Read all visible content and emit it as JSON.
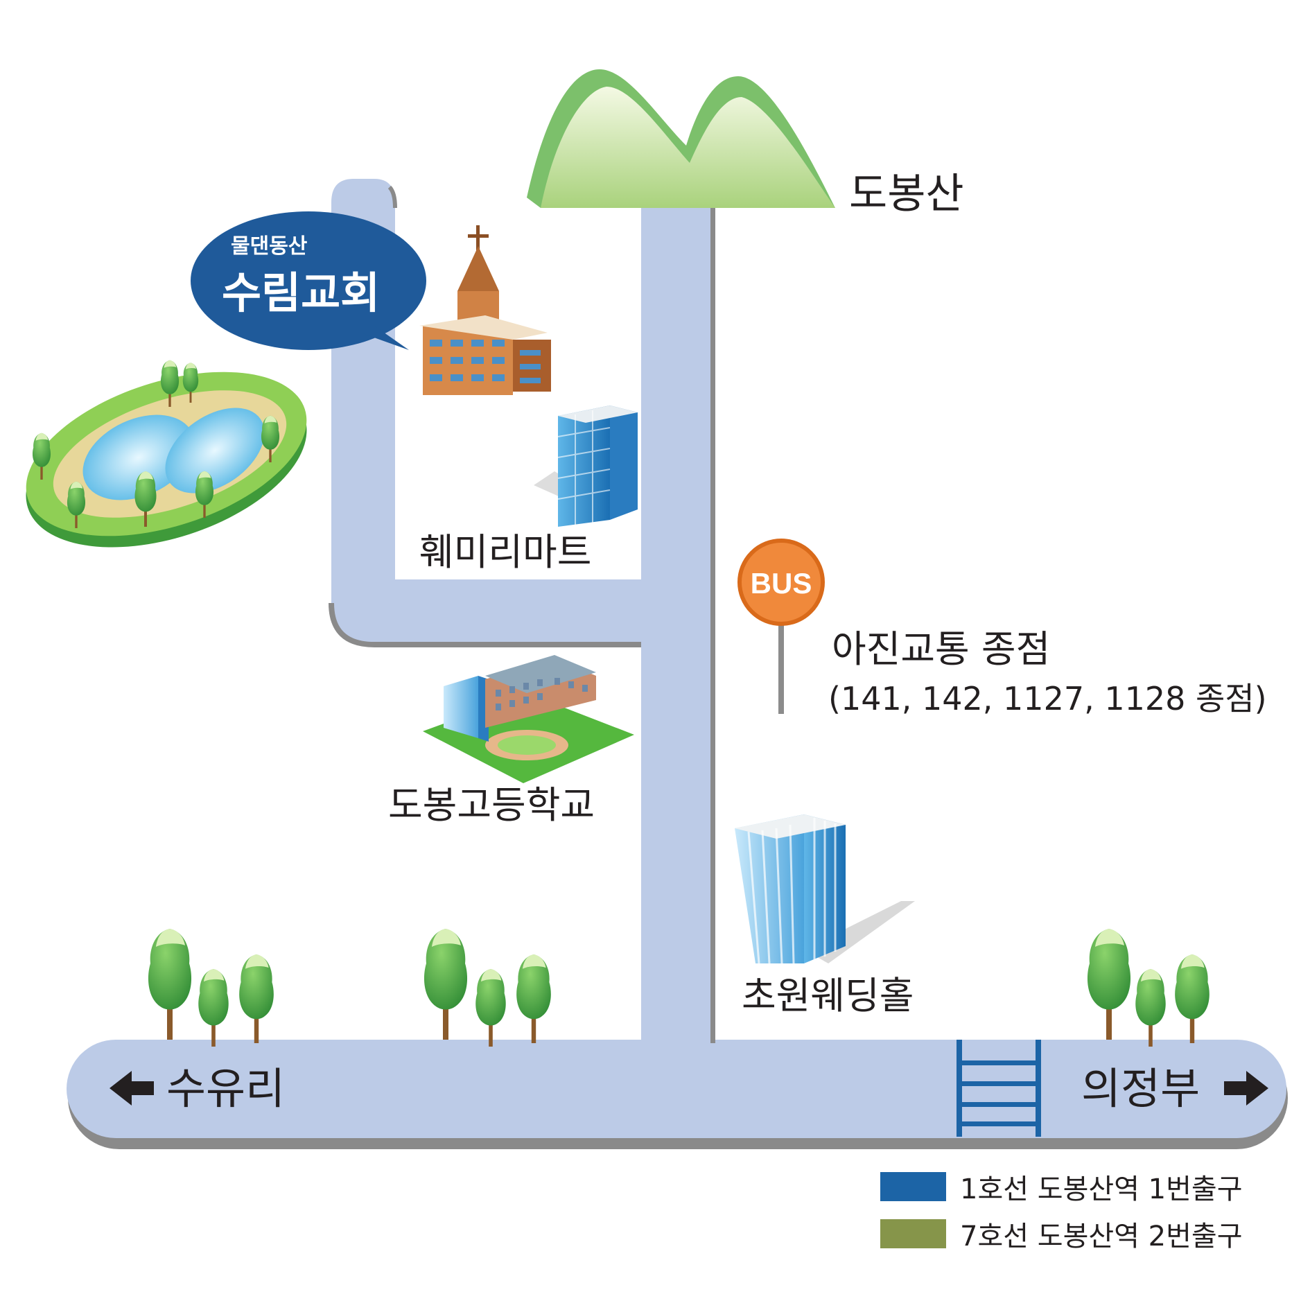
{
  "landmarks": {
    "mountain": "도봉산",
    "church_area": "물댄동산",
    "church": "수림교회",
    "mart": "훼미리마트",
    "school": "도봉고등학교",
    "bus_stop": "아진교통 종점",
    "bus_routes": "(141, 142, 1127, 1128 종점)",
    "wedding_hall": "초원웨딩홀",
    "bus_sign": "BUS"
  },
  "directions": {
    "left": "수유리",
    "right": "의정부"
  },
  "legend": [
    {
      "label": "1호선 도봉산역 1번출구",
      "color": "#1c64a6"
    },
    {
      "label": "7호선 도봉산역 2번출구",
      "color": "#86954a"
    }
  ],
  "colors": {
    "road": "#bccbe7",
    "road_shadow": "#8a8a8a",
    "bubble": "#1f5a9a",
    "mountain": "#7cc06b",
    "bus_sign": "#f0893b",
    "tree": "#3a9b3a",
    "crosswalk": "#1c64a6"
  }
}
